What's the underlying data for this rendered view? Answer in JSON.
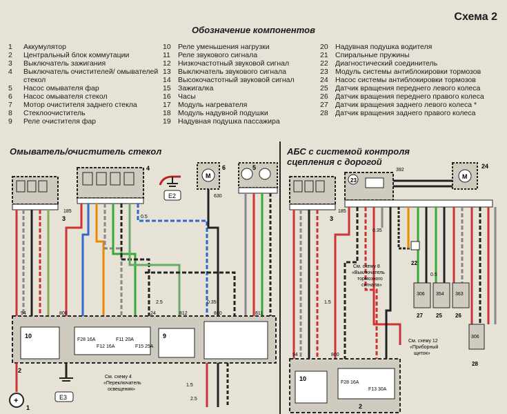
{
  "scheme_title": "Схема 2",
  "components_title": "Обозначение компонентов",
  "legend": {
    "col1": [
      {
        "num": "1",
        "label": "Аккумулятор"
      },
      {
        "num": "2",
        "label": "Центральный блок коммутации"
      },
      {
        "num": "3",
        "label": "Выключатель зажигания"
      },
      {
        "num": "4",
        "label": "Выключатель очистителей/ омывателей стекол"
      },
      {
        "num": "5",
        "label": "Насос омывателя фар"
      },
      {
        "num": "6",
        "label": "Насос омывателя стекол"
      },
      {
        "num": "7",
        "label": "Мотор очистителя заднего стекла"
      },
      {
        "num": "8",
        "label": "Стеклоочиститель"
      },
      {
        "num": "9",
        "label": "Реле очистителя фар"
      }
    ],
    "col2": [
      {
        "num": "10",
        "label": "Реле уменьшения нагрузки"
      },
      {
        "num": "11",
        "label": "Реле звукового сигнала"
      },
      {
        "num": "12",
        "label": "Низкочастотный звуковой сигнал"
      },
      {
        "num": "13",
        "label": "Выключатель звукового сигнала"
      },
      {
        "num": "14",
        "label": "Высокочастотный звуковой сигнал"
      },
      {
        "num": "15",
        "label": "Зажигалка"
      },
      {
        "num": "16",
        "label": "Часы"
      },
      {
        "num": "17",
        "label": "Модуль нагревателя"
      },
      {
        "num": "18",
        "label": "Модуль надувной подушки"
      },
      {
        "num": "19",
        "label": "Надувная подушка пассажира"
      }
    ],
    "col3": [
      {
        "num": "20",
        "label": "Надувная подушка водителя"
      },
      {
        "num": "21",
        "label": "Спиральные пружины"
      },
      {
        "num": "22",
        "label": "Диагностический соединитель"
      },
      {
        "num": "23",
        "label": "Модуль системы антиблокировки тормозов"
      },
      {
        "num": "24",
        "label": "Насос системы антиблокировки тормозов"
      },
      {
        "num": "25",
        "label": "Датчик вращения переднего левого колеса"
      },
      {
        "num": "26",
        "label": "Датчик вращения переднего правого колеса"
      },
      {
        "num": "27",
        "label": "Датчик вращения заднего левого колеса *"
      },
      {
        "num": "28",
        "label": "Датчик вращения заднего правого колеса"
      }
    ]
  },
  "sections": {
    "left_title": "Омыватель/очиститель стекол",
    "right_title_line1": "АБС с системой контроля",
    "right_title_line2": "сцепления с дорогой"
  },
  "diagram_labels": {
    "ground_e2": "E2",
    "ground_e3": "E3",
    "battery_plus": "+",
    "wire_185a": "185",
    "wire_185b": "185",
    "wire_630": "630",
    "wire_392": "392",
    "wire_94a": "94",
    "wire_94b": "94",
    "wire_800a": "800",
    "wire_800b": "800",
    "wire_810": "810",
    "wire_812": "812",
    "wire_811": "811",
    "wire_24": "24",
    "fuse_f28": "F28 16A",
    "fuse_f12": "F12 16A",
    "fuse_f11": "F11 20A",
    "fuse_f15": "F15 25A",
    "fuse_f28b": "F28 16A",
    "fuse_f13": "F13 30A",
    "comp_1": "1",
    "comp_2a": "2",
    "comp_2b": "2",
    "comp_3a": "3",
    "comp_3b": "3",
    "comp_4": "4",
    "comp_5": "5",
    "comp_6": "6",
    "comp_9": "9",
    "comp_10a": "10",
    "comp_10b": "10",
    "comp_22": "22",
    "comp_23": "23",
    "comp_24": "24",
    "comp_25": "25",
    "comp_26": "26",
    "comp_27": "27",
    "comp_28": "28",
    "sensor_306a": "306",
    "sensor_354": "354",
    "sensor_363": "363",
    "sensor_306b": "306",
    "note_scheme4_l1": "См. схему 4",
    "note_scheme4_l2": "«Переключатель",
    "note_scheme4_l3": "освещения»",
    "note_scheme8_l1": "См. схему 8",
    "note_scheme8_l2": "«Выключатель",
    "note_scheme8_l3": "тормозного",
    "note_scheme8_l4": "сигнала»",
    "note_scheme12_l1": "См. схему 12",
    "note_scheme12_l2": "«Приборный",
    "note_scheme12_l3": "щиток»",
    "wire_15a": "1.5",
    "wire_15b": "1.5",
    "wire_25a": "2.5",
    "wire_25b": "2.5",
    "wire_05a": "0.5",
    "wire_05b": "0.5",
    "wire_035a": "0.35",
    "wire_035b": "0.35"
  }
}
